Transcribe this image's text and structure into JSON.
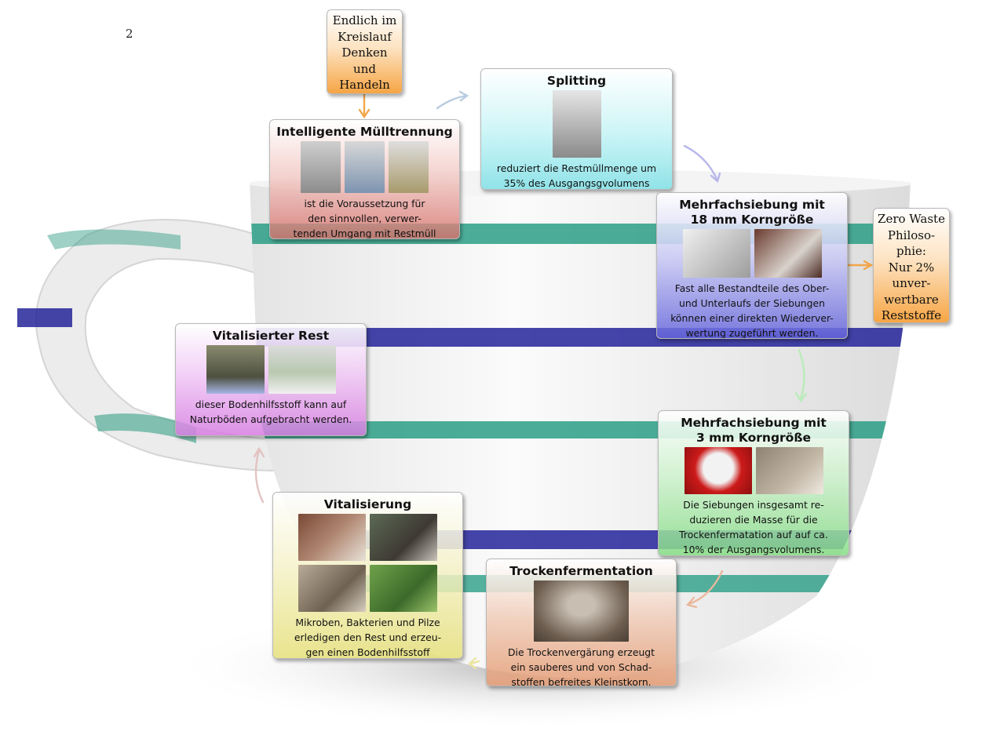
{
  "page_number": "2",
  "start_note": {
    "lines": [
      "Endlich im",
      "Kreislauf",
      "Denken",
      "und",
      "Handeln"
    ]
  },
  "end_note": {
    "lines": [
      "Zero Waste",
      "Philoso-",
      "phie:",
      "Nur 2%",
      "unver-",
      "wertbare",
      "Reststoffe"
    ]
  },
  "steps": [
    {
      "title": [
        "Intelligente Mülltrennung"
      ],
      "text": [
        "ist die Voraussetzung für",
        "den sinnvollen, verwer-",
        "tenden Umgang mit Restmüll"
      ]
    },
    {
      "title": [
        "Splitting"
      ],
      "text": [
        "reduziert die Restmüllmenge um",
        "35% des Ausgangsgvolumens"
      ]
    },
    {
      "title": [
        "Mehrfachsiebung mit",
        "18 mm Korngröße"
      ],
      "text": [
        "Fast alle Bestandteile des Ober-",
        "und Unterlaufs der Siebungen",
        "können einer direkten Wiederver-",
        "wertung zugeführt werden."
      ]
    },
    {
      "title": [
        "Mehrfachsiebung mit",
        "3 mm Korngröße"
      ],
      "text": [
        "Die Siebungen insgesamt re-",
        "duzieren die Masse für die",
        "Trockenfermatation auf auf ca.",
        "10% der Ausgangsvolumens."
      ]
    },
    {
      "title": [
        "Trockenfermentation"
      ],
      "text": [
        "Die Trockenvergärung erzeugt",
        "ein sauberes und von Schad-",
        "stoffen befreites Kleinstkorn."
      ]
    },
    {
      "title": [
        "Vitalisierung"
      ],
      "text": [
        "Mikroben, Bakterien und Pilze",
        "erledigen den Rest und erzeu-",
        "gen einen Bodenhilfsstoff"
      ]
    },
    {
      "title": [
        "Vitalisierter Rest"
      ],
      "text": [
        "dieser Bodenhilfsstoff kann auf",
        "Naturböden aufgebracht werden."
      ]
    }
  ],
  "colors": {
    "note_orange": "#f7a540",
    "step1": "#d9706a",
    "step2": "#7fe0e6",
    "step3": "#6d6de0",
    "step4": "#86dc86",
    "step5": "#e39a72",
    "step6": "#e6e07a",
    "step7": "#d67ce0",
    "cup_green": "#1f9a80",
    "cup_blue": "#23239a"
  }
}
